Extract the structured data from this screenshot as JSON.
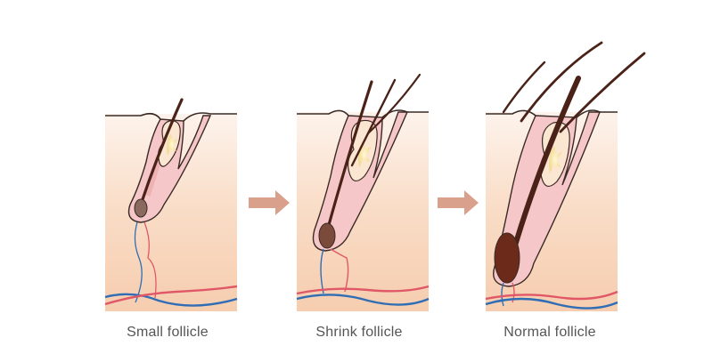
{
  "stages": [
    {
      "id": "small",
      "label": "Small follicle"
    },
    {
      "id": "shrink",
      "label": "Shrink follicle"
    },
    {
      "id": "normal",
      "label": "Normal follicle"
    }
  ],
  "colors": {
    "skin_light": "#fdf1e8",
    "skin_dark": "#f5c9a8",
    "follicle_pink": "#f6c7c9",
    "follicle_stroke": "#3a2a24",
    "hair": "#4a2218",
    "bulb": "#6b3422",
    "gland": "#f7e6a8",
    "vessel_red": "#e05868",
    "vessel_blue": "#2f6db4",
    "arrow": "#d9a08c",
    "caption_text": "#555555"
  },
  "icons": {
    "progression_arrow": "right-arrow-icon"
  }
}
